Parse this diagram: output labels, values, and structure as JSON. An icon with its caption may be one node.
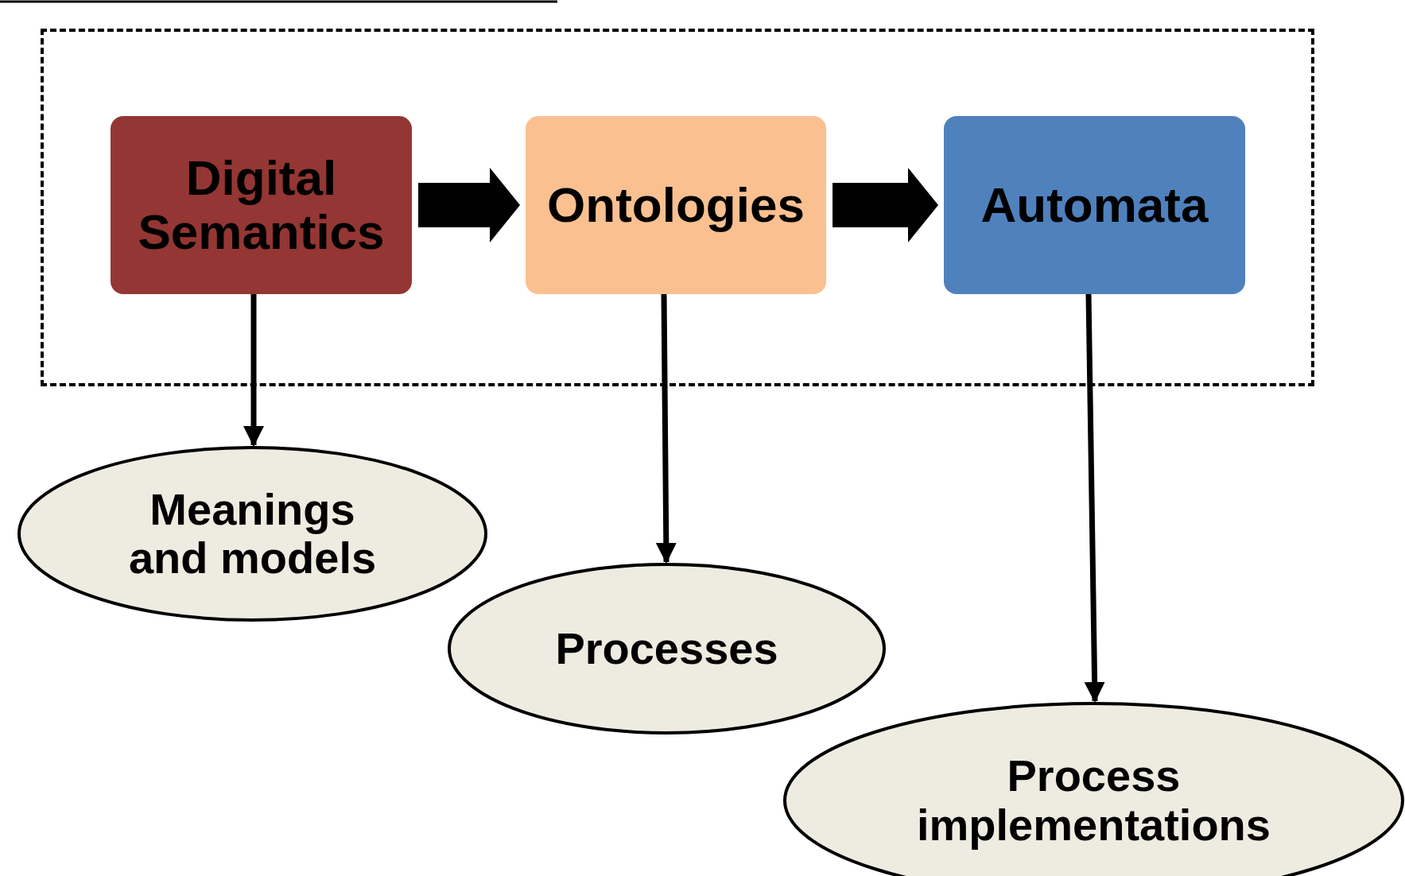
{
  "diagram": {
    "nodes": [
      {
        "text": [],
        "shape": "box"
      },
      {
        "text": [
          "Digital Semantics"
        ],
        "in": 0
      },
      {
        "text": [
          "Ontologies"
        ],
        "in": 0
      },
      {
        "text": [
          "Automata"
        ],
        "in": 0
      },
      {
        "text": [
          "Meanings and models"
        ]
      },
      {
        "text": [
          "Processes"
        ]
      },
      {
        "text": [
          "Process implementations"
        ]
      }
    ],
    "edges": [
      {
        "from": 1,
        "to": 2,
        "arrow": "to",
        "style": "thick"
      },
      {
        "from": 2,
        "to": 3,
        "arrow": "to",
        "style": "thick"
      },
      {
        "from": 1,
        "to": 4,
        "arrow": "to"
      },
      {
        "from": 2,
        "to": 5,
        "arrow": "to"
      },
      {
        "from": 3,
        "to": 6,
        "arrow": "to"
      }
    ]
  }
}
